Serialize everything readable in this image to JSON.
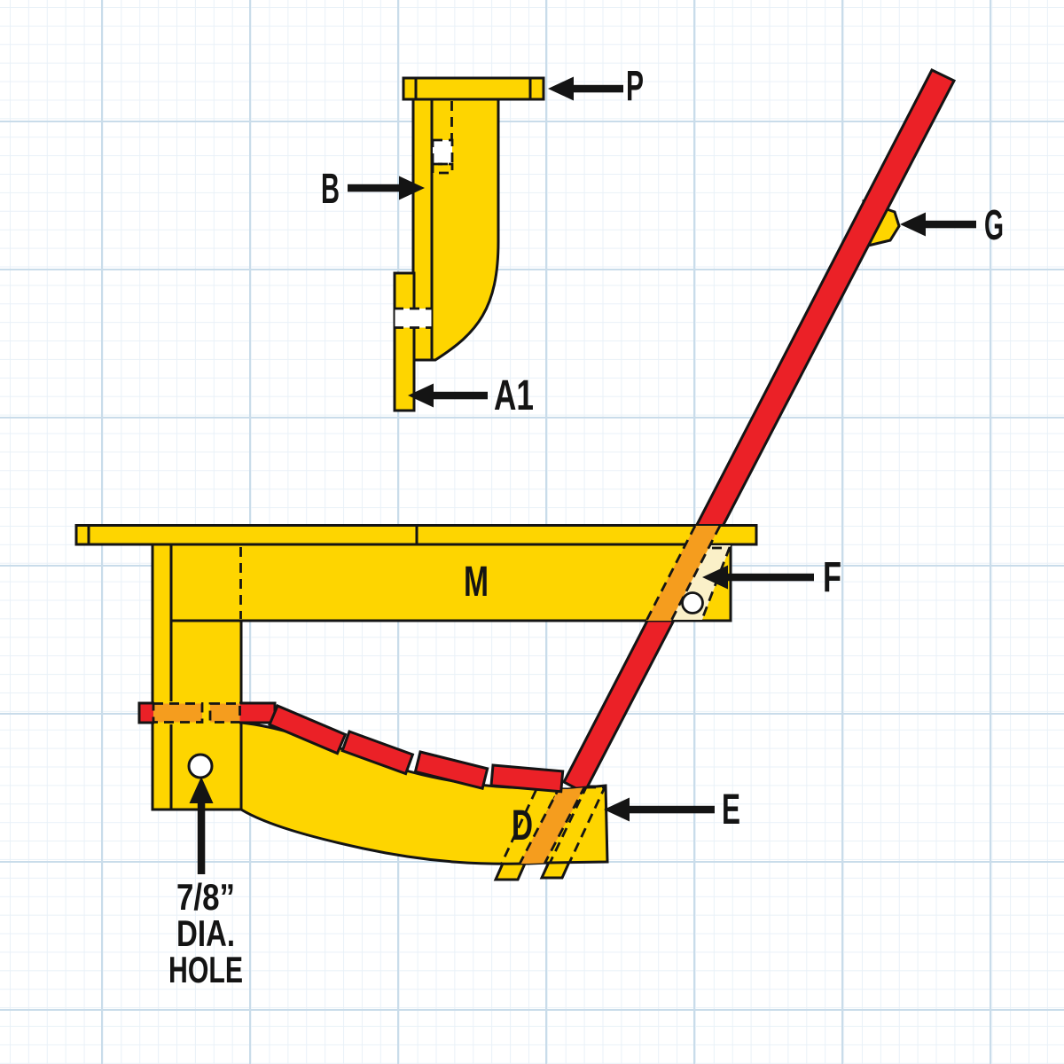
{
  "diagram": {
    "part_labels": {
      "p": "P",
      "b": "B",
      "a1": "A1",
      "g": "G",
      "m": "M",
      "f": "F",
      "d": "D",
      "e": "E"
    },
    "hole_callout": {
      "line1": "7/8”",
      "line2": "DIA.",
      "line3": "HOLE"
    }
  },
  "colors": {
    "background": "#FFFFFF",
    "grid_minor": "#E9F1F8",
    "grid_major": "#C9DCEA",
    "part_yellow": "#FED500",
    "part_red": "#EB2127",
    "hidden_orange": "#F59D1E",
    "ghost_cream": "#FAF0C8",
    "outline": "#141414"
  }
}
